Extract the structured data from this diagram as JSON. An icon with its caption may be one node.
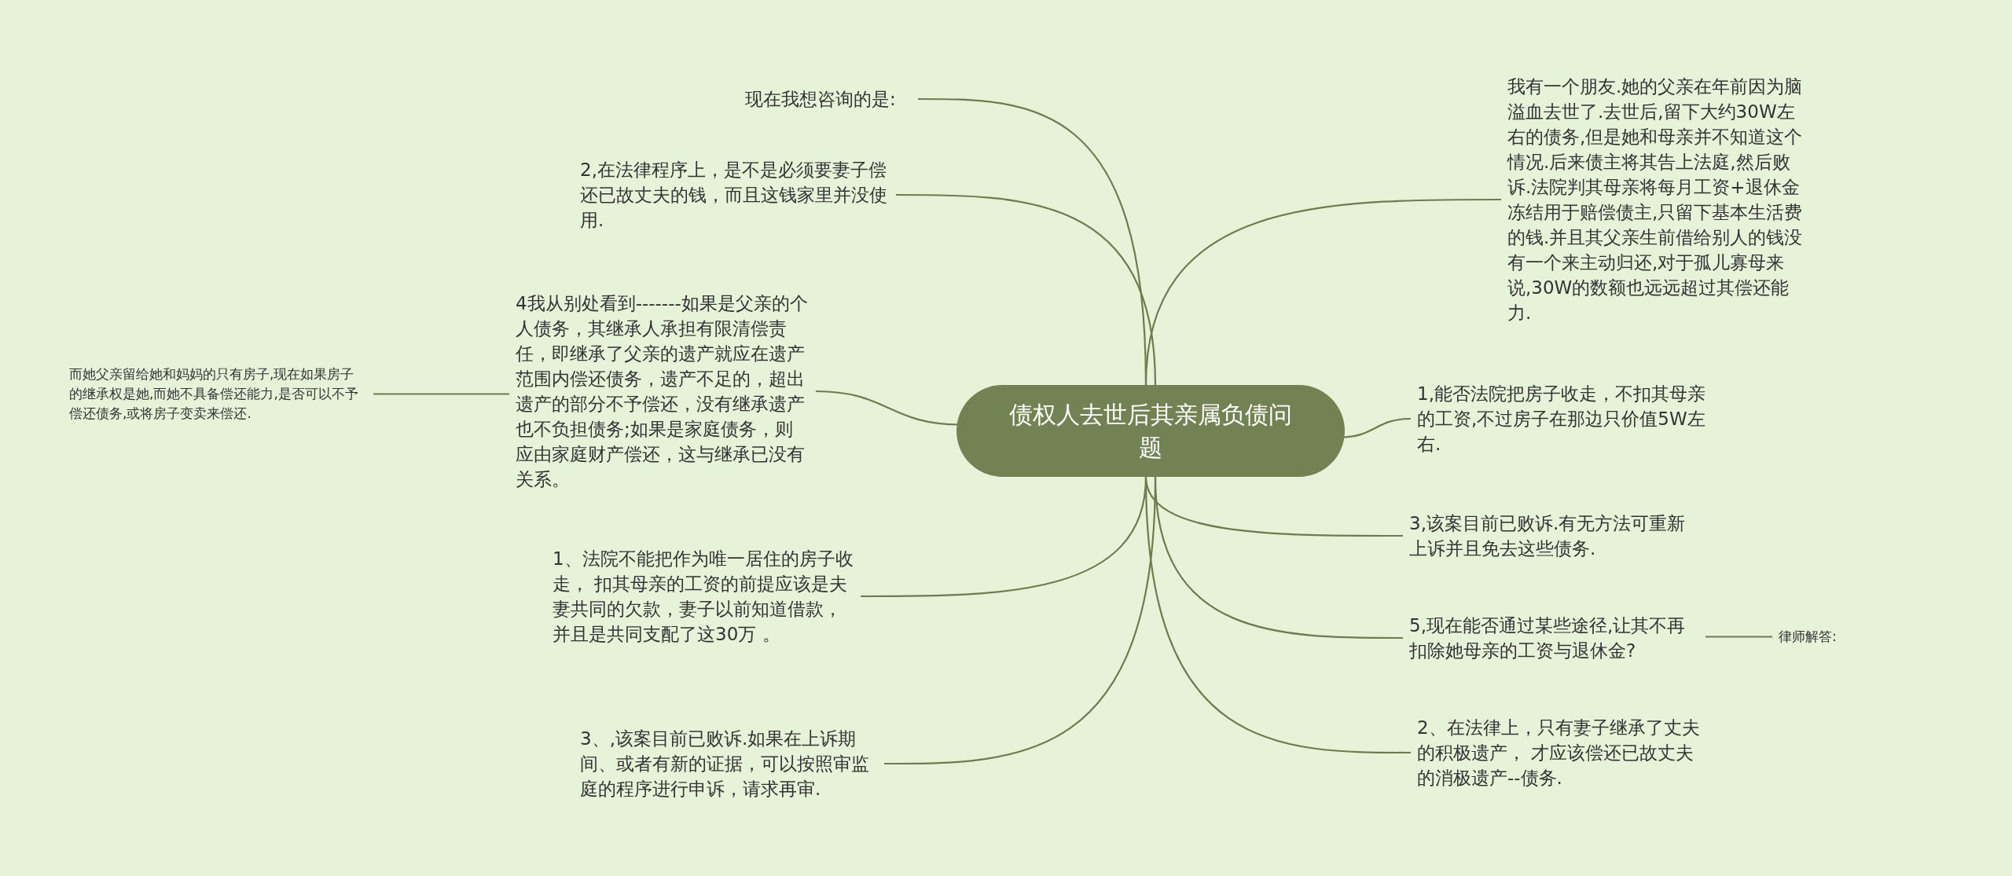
{
  "diagram": {
    "nodes": [
      {
        "text": [
          "债权人去世后其亲属负债问题"
        ]
      },
      {
        "text": [
          "现在我想咨询的是:"
        ]
      },
      {
        "text": [
          "2,在法律程序上，是不是必须要妻子偿还已故丈夫的钱，而且这钱家里并没使用."
        ]
      },
      {
        "text": [
          "4我从别处看到-------如果是父亲的个人债务，其继承人承担有限清偿责任，即继承了父亲的遗产就应在遗产范围内偿还债务，遗产不足的，超出遗产的部分不予偿还，没有继承遗产也不负担债务;如果是家庭债务，则应由家庭财产偿还，这与继承已没有关系。"
        ]
      },
      {
        "text": [
          "而她父亲留给她和妈妈的只有房子,现在如果房子的继承权是她,而她不具备偿还能力,是否可以不予偿还债务,或将房子变卖来偿还."
        ]
      },
      {
        "text": [
          "1、法院不能把作为唯一居住的房子收走， 扣其母亲的工资的前提应该是夫妻共同的欠款，妻子以前知道借款，并且是共同支配了这30万 。"
        ]
      },
      {
        "text": [
          "3、,该案目前已败诉.如果在上诉期间、或者有新的证据，可以按照审监庭的程序进行申诉，请求再审."
        ]
      },
      {
        "text": [
          "我有一个朋友.她的父亲在年前因为脑溢血去世了.去世后,留下大约30W左右的债务,但是她和母亲并不知道这个情况.后来债主将其告上法庭,然后败诉.法院判其母亲将每月工资+退休金冻结用于赔偿债主,只留下基本生活费的钱.并且其父亲生前借给别人的钱没有一个来主动归还,对于孤儿寡母来说,30W的数额也远远超过其偿还能力."
        ]
      },
      {
        "text": [
          "1,能否法院把房子收走，不扣其母亲的工资,不过房子在那边只价值5W左右."
        ]
      },
      {
        "text": [
          "3,该案目前已败诉.有无方法可重新上诉并且免去这些债务."
        ]
      },
      {
        "text": [
          "5,现在能否通过某些途径,让其不再扣除她母亲的工资与退休金?"
        ]
      },
      {
        "text": [
          "律师解答:"
        ]
      },
      {
        "text": [
          "2、在法律上，只有妻子继承了丈夫的积极遗产， 才应该偿还已故丈夫的消极遗产--债务."
        ]
      }
    ],
    "edges": [
      {
        "from": 0,
        "to": 1,
        "arrow": "none"
      },
      {
        "from": 0,
        "to": 2,
        "arrow": "none"
      },
      {
        "from": 0,
        "to": 3,
        "arrow": "none"
      },
      {
        "from": 3,
        "to": 4,
        "arrow": "none"
      },
      {
        "from": 0,
        "to": 5,
        "arrow": "none"
      },
      {
        "from": 0,
        "to": 6,
        "arrow": "none"
      },
      {
        "from": 0,
        "to": 7,
        "arrow": "none"
      },
      {
        "from": 0,
        "to": 8,
        "arrow": "none"
      },
      {
        "from": 0,
        "to": 9,
        "arrow": "none"
      },
      {
        "from": 0,
        "to": 10,
        "arrow": "none"
      },
      {
        "from": 10,
        "to": 11,
        "arrow": "none"
      },
      {
        "from": 0,
        "to": 12,
        "arrow": "none"
      }
    ]
  }
}
